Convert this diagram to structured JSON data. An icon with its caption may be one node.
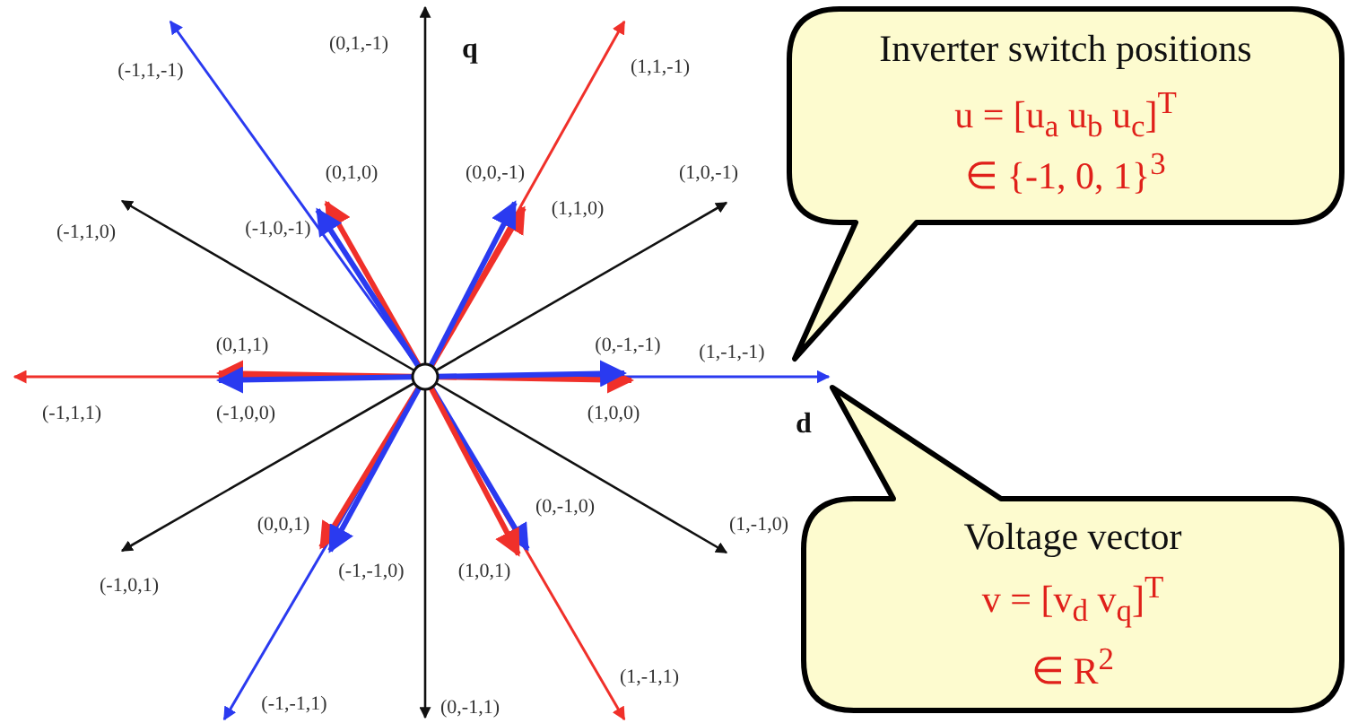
{
  "diagram": {
    "nodes": [
      {
        "text": [
          "Inverter switch positions",
          "u = [u$_{a}$ u$_{b}$ u$_{c}$]$^{T}$",
          "∈ {-1, 0, 1}$^{3}$"
        ]
      },
      {
        "text": [
          "Voltage vector",
          "v = [v$_{d}$ v$_{q}$]$^{T}$",
          "∈ R$^{2}$"
        ]
      }
    ],
    "labels": [
      "(0,1,-1)",
      "q",
      "(-1,1,-1)",
      "(1,1,-1)",
      "(0,1,0)",
      "(0,0,-1)",
      "(1,0,-1)",
      "(1,1,0)",
      "(-1,1,0)",
      "(-1,0,-1)",
      "(0,1,1)",
      "(0,-1,-1)",
      "(1,-1,-1)",
      "(-1,1,1)",
      "(-1,0,0)",
      "(1,0,0)",
      "d",
      "(0,-1,0)",
      "(0,0,1)",
      "(1,-1,0)",
      "(-1,-1,0)",
      "(1,0,1)",
      "(-1,0,1)",
      "(1,-1,1)",
      "(-1,-1,1)",
      "(0,-1,1)"
    ]
  }
}
